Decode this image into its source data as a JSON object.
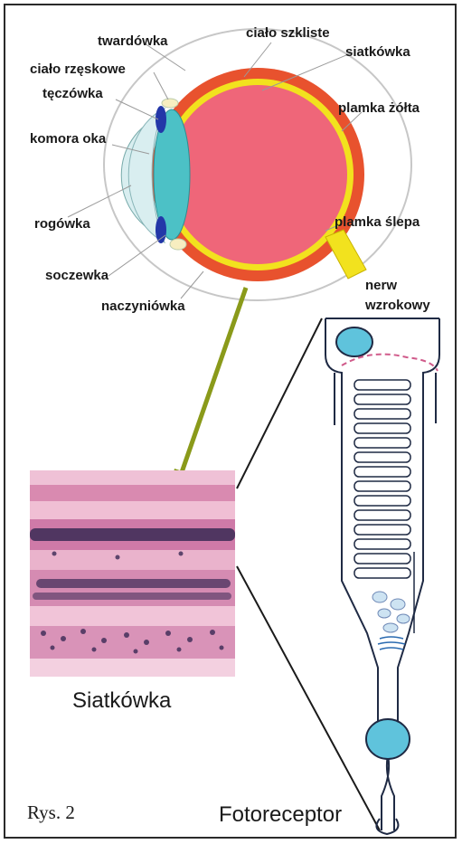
{
  "eye_labels": {
    "twardowka": "twardówka",
    "cialo_szkliste": "ciało szkliste",
    "cialo_rzeskowe": "ciało rzęskowe",
    "siatkowka": "siatkówka",
    "teczowka": "tęczówka",
    "plamka_zolta": "plamka żółta",
    "komora_oka": "komora oka",
    "rogowka": "rogówka",
    "plamka_slepa": "plamka ślepa",
    "soczewka": "soczewka",
    "nerw_line1": "nerw",
    "nerw_line2": "wzrokowy",
    "naczyniowka": "naczyniówka"
  },
  "retina_title": "Siatkówka",
  "photoreceptor_title": "Fotoreceptor",
  "figure_caption": "Rys. 2",
  "colors": {
    "sclera": "#e8522e",
    "retina": "#f2e21e",
    "vitreous": "#ef6679",
    "lens": "#4cc1c6",
    "iris": "#2337a8",
    "cornea": "#d9eef0",
    "arrow": "#8a9a1a",
    "tissue": "#e9a6c4",
    "nucleus": "#3a2a55",
    "receptor_blue": "#5fc3dc"
  }
}
